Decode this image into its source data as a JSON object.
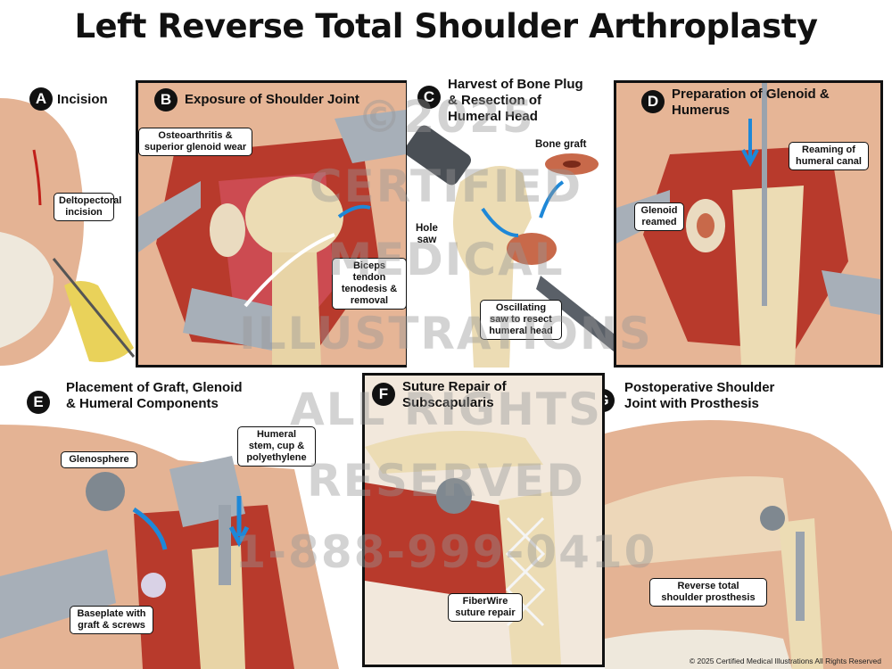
{
  "title": "Left Reverse Total Shoulder Arthroplasty",
  "panels": {
    "a": {
      "letter": "A",
      "title": "Incision",
      "callouts": [
        "Deltopectoral\nincision"
      ]
    },
    "b": {
      "letter": "B",
      "title": "Exposure of Shoulder Joint",
      "callouts": [
        "Osteoarthritis &\nsuperior glenoid wear",
        "Biceps tendon\ntenodesis &\nremoval"
      ]
    },
    "c": {
      "letter": "C",
      "title": "Harvest of Bone Plug\n& Resection of\nHumeral Head",
      "callouts": [
        "Bone graft",
        "Hole\nsaw",
        "Oscillating\nsaw to resect\nhumeral head"
      ]
    },
    "d": {
      "letter": "D",
      "title": "Preparation of Glenoid &\nHumerus",
      "callouts": [
        "Reaming of\nhumeral canal",
        "Glenoid\nreamed"
      ]
    },
    "e": {
      "letter": "E",
      "title": "Placement of Graft, Glenoid\n& Humeral Components",
      "callouts": [
        "Glenosphere",
        "Humeral\nstem, cup &\npolyethylene",
        "Baseplate with\ngraft & screws"
      ]
    },
    "f": {
      "letter": "F",
      "title": "Suture Repair of\nSubscapularis",
      "callouts": [
        "FiberWire\nsuture repair"
      ]
    },
    "g": {
      "letter": "G",
      "title": "Postoperative Shoulder\nJoint with Prosthesis",
      "callouts": [
        "Reverse total\nshoulder prosthesis"
      ]
    }
  },
  "watermark": [
    "©2025",
    "CERTIFIED",
    "MEDICAL",
    "ILLUSTRATIONS",
    "ALL RIGHTS",
    "RESERVED",
    "1-888-999-0410"
  ],
  "copyright": "© 2025 Certified Medical Illustrations All Rights Reserved",
  "colors": {
    "skin": "#e8b89a",
    "muscle": "#b83a2c",
    "bone": "#ecdcb4",
    "metal": "#9aa3ad",
    "arrow": "#1e88d8",
    "frame": "#111111",
    "glove": "#e9d25a"
  }
}
